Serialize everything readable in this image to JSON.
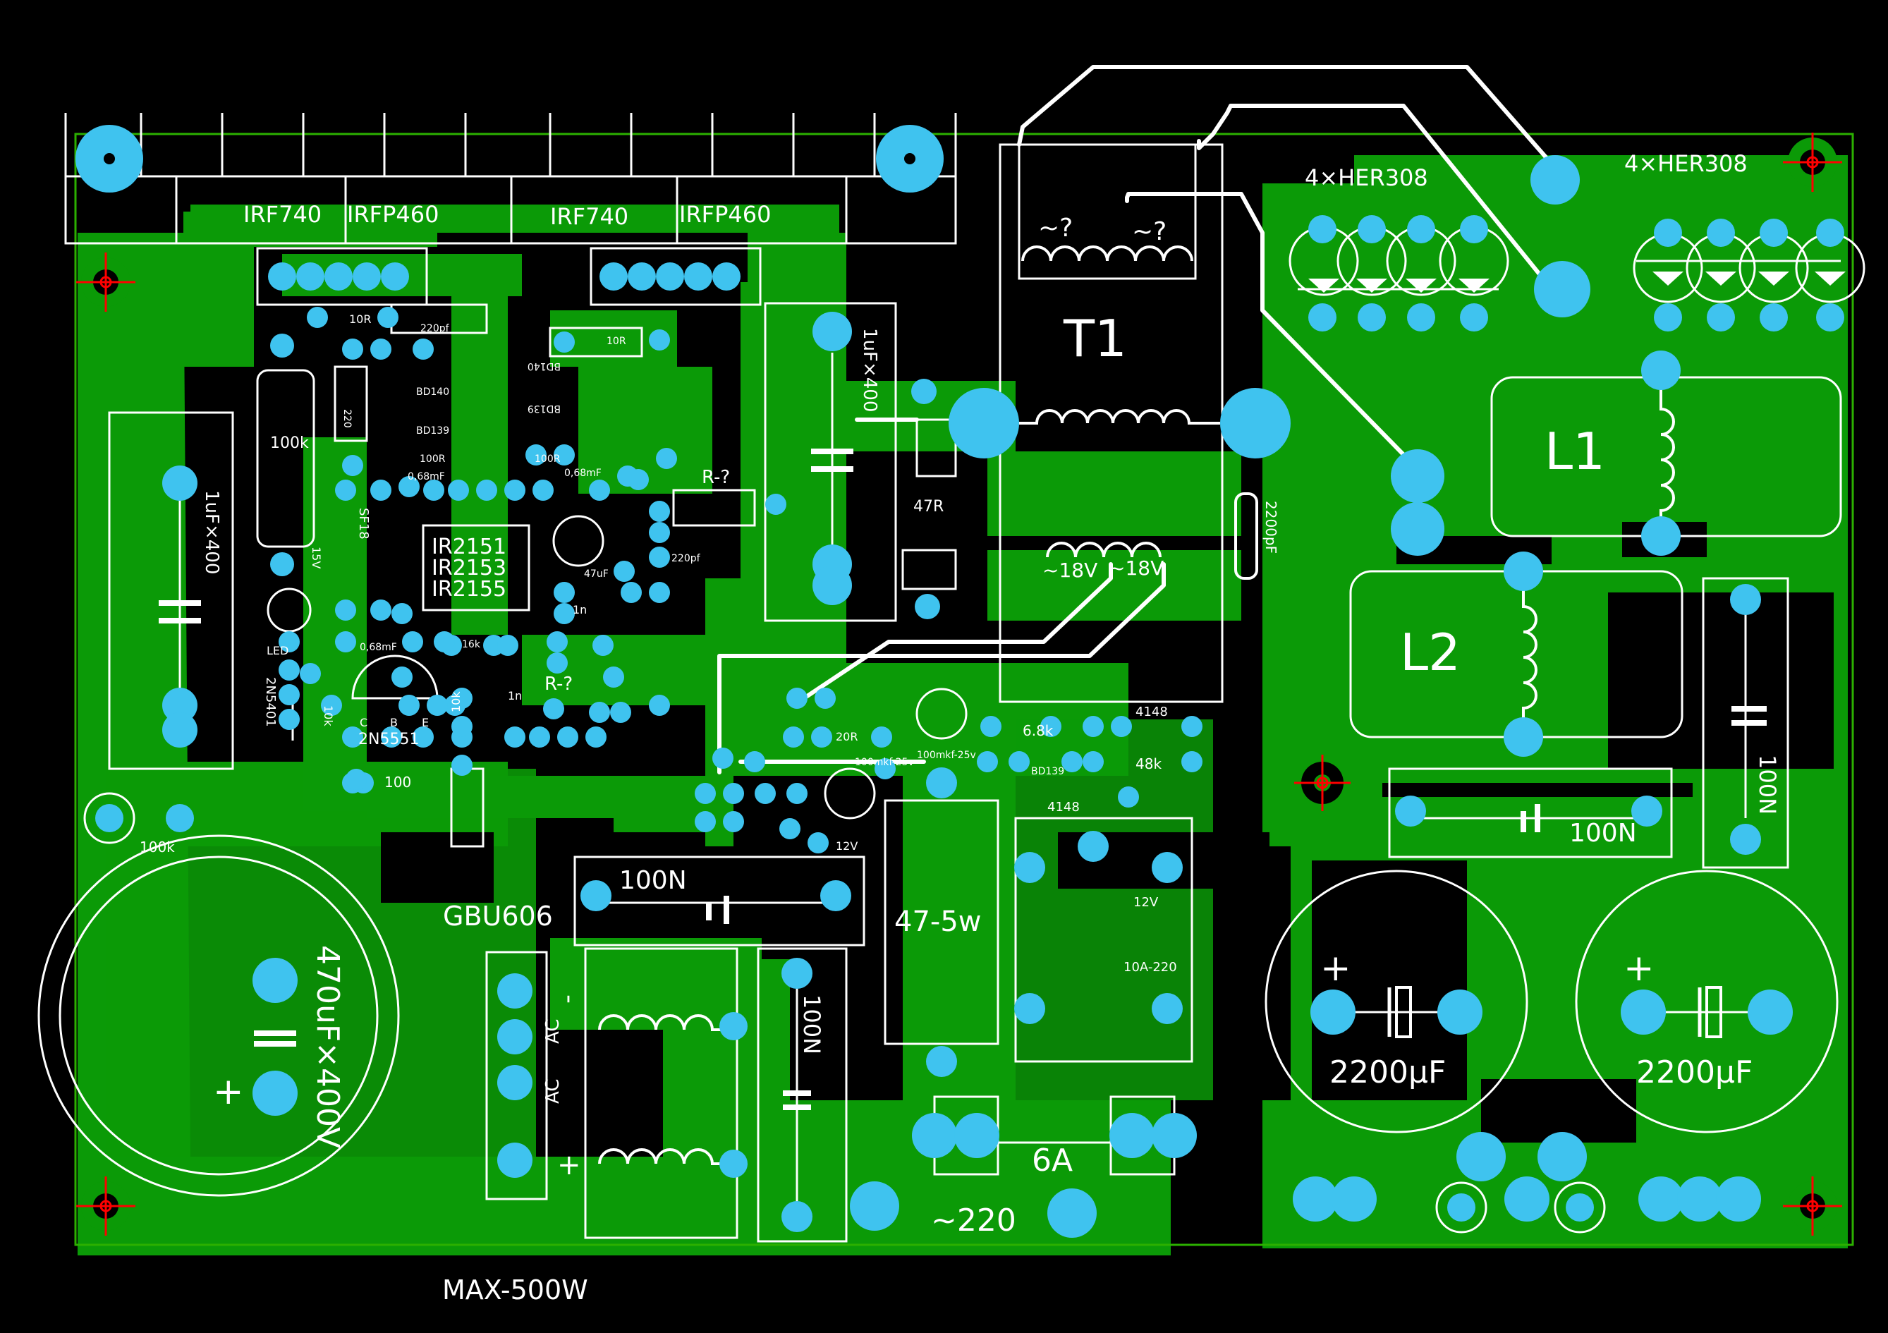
{
  "board": {
    "bottom_label": "MAX-500W",
    "colors": {
      "background": "#000000",
      "copper": "#0b9a07",
      "pad": "#3fc3ef",
      "silkscreen": "#ffffff",
      "mark": "#ff0000"
    }
  },
  "labels": {
    "irf740_a": "IRF740",
    "irfp460_a": "IRFP460",
    "irf740_b": "IRF740",
    "irfp460_b": "IRFP460",
    "r10r_a": "10R",
    "c220pf_a": "220pf",
    "r220": "220",
    "bd140_a": "BD140",
    "bd139_a": "BD139",
    "r100r_a": "100R",
    "c068_a": "0,68mF",
    "bd140_b": "BD140",
    "bd139_b": "BD139",
    "r100r_b": "100R",
    "c068_b": "0,68mF",
    "r10r_b": "10R",
    "r100k_a": "100k",
    "sf18": "SF18",
    "z15v": "15V",
    "ic1": "IR2151",
    "ic2": "IR2153",
    "ic3": "IR2155",
    "c47uf": "47uF",
    "c220pf_b": "220pf",
    "c1n_a": "1n",
    "r16k": "16k",
    "c068_c": "0,68mF",
    "led": "LED",
    "q2n5401": "2N5401",
    "r10k_a": "10k",
    "q2n5551": "2N5551",
    "pin_c": "C",
    "pin_b": "B",
    "pin_e": "E",
    "r10k_b": "10k",
    "c1n_b": "1n",
    "r_unknown_a": "R-?",
    "r_unknown_b": "R-?",
    "r100": "100",
    "r100k_b": "100k",
    "cap_1uf_a": "1uF×400",
    "cap_1uf_b": "1uF×400",
    "r47r": "47R",
    "t1": "T1",
    "t1_tap_a": "~?",
    "t1_tap_b": "~?",
    "t1_18v_a": "~18V",
    "t1_18v_b": "~18V",
    "c2200pf": "2200pF",
    "diodes_a": "4×HER308",
    "diodes_b": "4×HER308",
    "l1": "L1",
    "l2": "L2",
    "c100n_a": "100N",
    "c100n_b": "100N",
    "c100n_c": "100N",
    "c100n_d": "100N",
    "c2200uf_a": "2200µF",
    "c2200uf_b": "2200µF",
    "plus_a": "+",
    "plus_b": "+",
    "plus_main": "+",
    "c470": "470uF×400V",
    "gbu606": "GBU606",
    "br_minus": "-",
    "br_ac_a": "AC",
    "br_ac_b": "AC",
    "br_plus": "+",
    "r47_5w": "47-5w",
    "fuse": "6A",
    "mains": "~220",
    "d4148_a": "4148",
    "d4148_b": "4148",
    "r68k": "6.8k",
    "r48k": "48k",
    "bd139_c": "BD139",
    "r20r": "20R",
    "c100mkf_a": "100mkf-25v",
    "c100mkf_b": "100mkf-25v",
    "z12v": "12V",
    "relay_12v": "12V",
    "relay_rating": "10A-220"
  }
}
